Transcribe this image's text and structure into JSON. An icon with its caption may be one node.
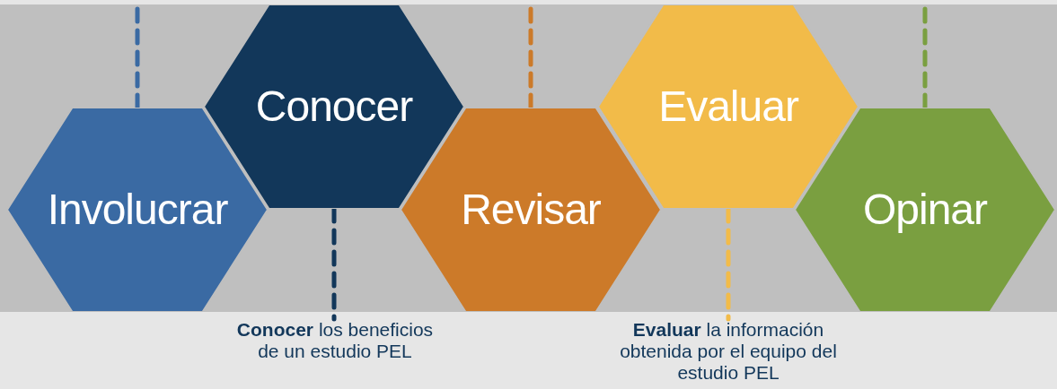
{
  "diagram": {
    "nodes": [
      {
        "text": [
          "Involucrar"
        ]
      },
      {
        "text": [
          "Conocer"
        ]
      },
      {
        "text": [
          "Revisar"
        ]
      },
      {
        "text": [
          "Evaluar"
        ]
      },
      {
        "text": [
          "Opinar"
        ]
      },
      {
        "text": [
          "**Conocer** los beneficios de un estudio PEL"
        ]
      },
      {
        "text": [
          "**Evaluar** la información obtenida por el equipo del estudio PEL"
        ]
      }
    ],
    "edges": [
      {
        "from": 0,
        "to": null,
        "arrow": "none",
        "style": "dashed",
        "color": "#3a6aa3"
      },
      {
        "from": 1,
        "to": 5,
        "arrow": "none",
        "style": "dashed",
        "color": "#12375a"
      },
      {
        "from": 2,
        "to": null,
        "arrow": "none",
        "style": "dashed",
        "color": "#cc7a29"
      },
      {
        "from": 3,
        "to": 6,
        "arrow": "none",
        "style": "dashed",
        "color": "#f2bb49"
      },
      {
        "from": 4,
        "to": null,
        "arrow": "none",
        "style": "dashed",
        "color": "#7a9f40"
      }
    ]
  }
}
